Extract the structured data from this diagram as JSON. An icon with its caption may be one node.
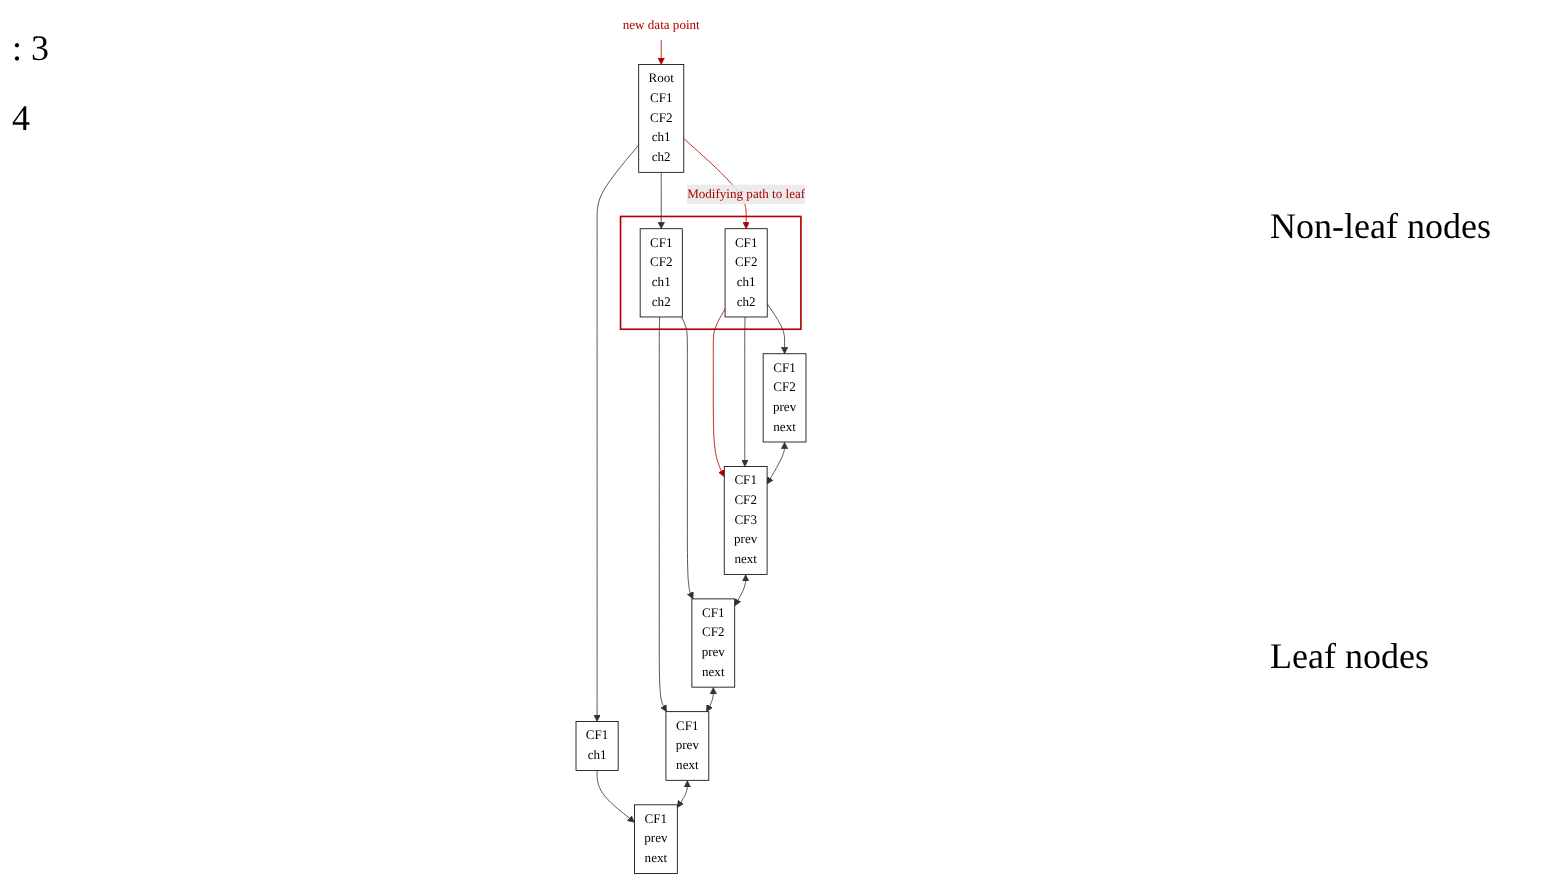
{
  "diagram": {
    "nodes": [
      {
        "text": [
          "Root",
          "CF1",
          "CF2",
          "ch1",
          "ch2"
        ]
      },
      {
        "text": [],
        "shape": "ellipse"
      },
      {
        "text": [
          "CF1",
          "CF2",
          "ch1",
          "ch2"
        ],
        "in": 1
      },
      {
        "text": [
          "CF1",
          "CF2",
          "ch1",
          "ch2"
        ],
        "in": 1
      },
      {
        "text": [
          "CF1",
          "ch1"
        ]
      },
      {
        "text": [
          "CF1",
          "CF2",
          "prev",
          "next"
        ]
      },
      {
        "text": [
          "CF1",
          "CF2",
          "CF3",
          "prev",
          "next"
        ]
      },
      {
        "text": [
          "CF1",
          "CF2",
          "prev",
          "next"
        ]
      },
      {
        "text": [
          "CF1",
          "prev",
          "next"
        ]
      },
      {
        "text": [
          "CF1",
          "prev",
          "next"
        ]
      },
      {
        "text": [
          "new data point"
        ]
      }
    ],
    "edges": [
      {
        "from": 10,
        "to": 0,
        "arrow": "to",
        "color": "#b00000"
      },
      {
        "from": 0,
        "to": 2,
        "arrow": "to",
        "label": "Modifying path to leaf",
        "color": "#b00000"
      },
      {
        "from": 2,
        "to": 6,
        "arrow": "to",
        "color": "#b00000"
      },
      {
        "from": 0,
        "to": 3,
        "arrow": "to"
      },
      {
        "from": 0,
        "to": 4,
        "arrow": "to"
      },
      {
        "from": 2,
        "to": 5,
        "arrow": "to"
      },
      {
        "from": 2,
        "to": 6,
        "arrow": "to"
      },
      {
        "from": 3,
        "to": 7,
        "arrow": "to"
      },
      {
        "from": 3,
        "to": 8,
        "arrow": "to"
      },
      {
        "from": 4,
        "to": 9,
        "arrow": "to"
      },
      {
        "from": 5,
        "to": 6,
        "arrow": "both"
      },
      {
        "from": 6,
        "to": 7,
        "arrow": "both"
      },
      {
        "from": 7,
        "to": 8,
        "arrow": "both"
      },
      {
        "from": 8,
        "to": 9,
        "arrow": "both"
      }
    ],
    "labels": [
      ": 3",
      "4",
      "Non-leaf nodes",
      "Leaf nodes"
    ]
  }
}
